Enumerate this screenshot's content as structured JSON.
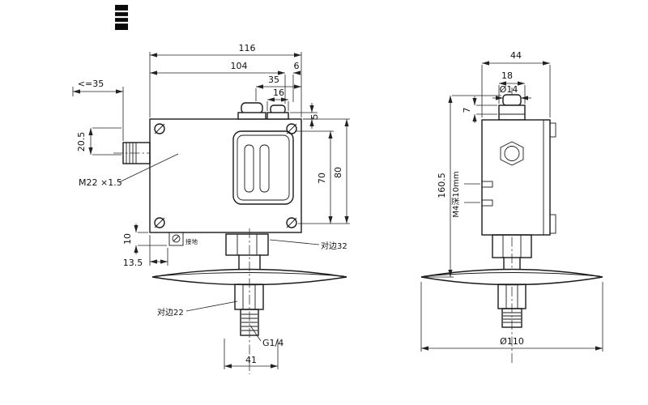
{
  "drawing": {
    "front_view": {
      "dims": {
        "total_width": "116",
        "width_104": "104",
        "width_35": "35",
        "width_16": "16",
        "width_6": "6",
        "cable_entry_max": "<=35",
        "height_20_5": "20.5",
        "gland_height_5": "5",
        "height_70": "70",
        "height_80": "80",
        "ground_drop_10": "10",
        "offset_13_5": "13.5",
        "bottom_41": "41"
      },
      "labels": {
        "conduit_thread": "M22 ×1.5",
        "ground": "接地",
        "wrench_flats_32": "对边32",
        "wrench_flats_22": "对边22",
        "process_thread": "G1/4"
      }
    },
    "side_view": {
      "dims": {
        "width_44": "44",
        "width_18": "18",
        "dia_14": "Ø14",
        "step_7": "7",
        "height_160_5": "160.5",
        "dia_110": "Ø110"
      },
      "labels": {
        "mount_holes": "M4深10mm"
      }
    }
  }
}
